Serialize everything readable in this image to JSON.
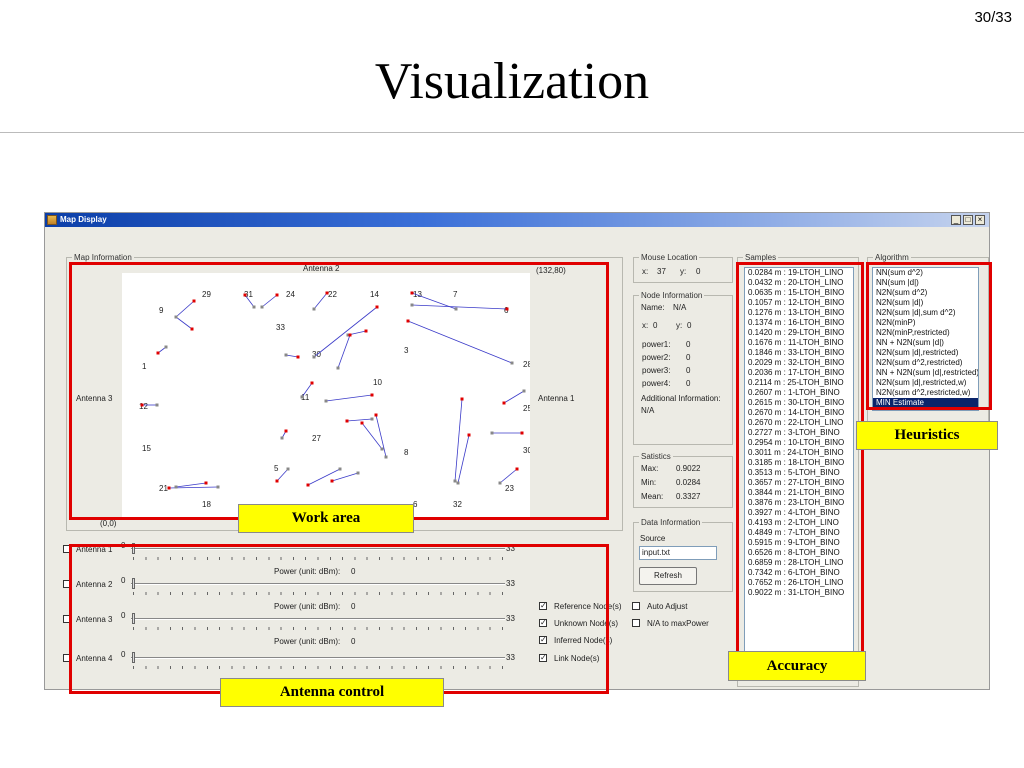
{
  "slide": {
    "number": "30/33",
    "title": "Visualization"
  },
  "window": {
    "title": "Map Display",
    "min": "_",
    "max": "□",
    "close": "×"
  },
  "map": {
    "group_label": "Map Information",
    "top_label": "Antenna 2",
    "corner_top_right": "(132,80)",
    "corner_bottom_left": "(0,0)",
    "left_label": "Antenna 3",
    "right_label": "Antenna 1",
    "node_labels": [
      {
        "t": "29"
      },
      {
        "t": "31"
      },
      {
        "t": "24"
      },
      {
        "t": "22"
      },
      {
        "t": "14"
      },
      {
        "t": "13"
      },
      {
        "t": "7"
      },
      {
        "t": "9"
      },
      {
        "t": "6"
      },
      {
        "t": "33"
      },
      {
        "t": "30"
      },
      {
        "t": "3"
      },
      {
        "t": "28"
      },
      {
        "t": "1"
      },
      {
        "t": "10"
      },
      {
        "t": "11"
      },
      {
        "t": "12"
      },
      {
        "t": "25"
      },
      {
        "t": "27"
      },
      {
        "t": "15"
      },
      {
        "t": "8"
      },
      {
        "t": "30"
      },
      {
        "t": "5"
      },
      {
        "t": "21"
      },
      {
        "t": "23"
      },
      {
        "t": "18"
      },
      {
        "t": "6"
      },
      {
        "t": "32"
      }
    ]
  },
  "mouse": {
    "label": "Mouse Location",
    "x_label": "x:",
    "x": "37",
    "y_label": "y:",
    "y": "0"
  },
  "node_info": {
    "label": "Node Information",
    "name_label": "Name:",
    "name": "N/A",
    "x_label": "x:",
    "x": "0",
    "y_label": "y:",
    "y": "0",
    "powers": [
      {
        "label": "power1:",
        "value": "0"
      },
      {
        "label": "power2:",
        "value": "0"
      },
      {
        "label": "power3:",
        "value": "0"
      },
      {
        "label": "power4:",
        "value": "0"
      }
    ],
    "additional_label": "Additional Information:",
    "additional": "N/A"
  },
  "stats": {
    "label": "Satistics",
    "rows": [
      {
        "label": "Max:",
        "value": "0.9022"
      },
      {
        "label": "Min:",
        "value": "0.0284"
      },
      {
        "label": "Mean:",
        "value": "0.3327"
      }
    ]
  },
  "data_info": {
    "label": "Data Information",
    "source_label": "Source",
    "source_value": "input.txt",
    "refresh_label": "Refresh"
  },
  "samples": {
    "label": "Samples",
    "items": [
      "0.0284 m : 19-LTOH_LINO",
      "0.0432 m : 20-LTOH_LINO",
      "0.0635 m : 15-LTOH_BINO",
      "0.1057 m : 12-LTOH_BINO",
      "0.1276 m : 13-LTOH_BINO",
      "0.1374 m : 16-LTOH_BINO",
      "0.1420 m : 29-LTOH_BINO",
      "0.1676 m : 11-LTOH_BINO",
      "0.1846 m : 33-LTOH_BINO",
      "0.2029 m : 32-LTOH_BINO",
      "0.2036 m : 17-LTOH_BINO",
      "0.2114 m : 25-LTOH_BINO",
      "0.2607 m : 1-LTOH_BINO",
      "0.2615 m : 30-LTOH_BINO",
      "0.2670 m : 14-LTOH_BINO",
      "0.2670 m : 22-LTOH_LINO",
      "0.2727 m : 3-LTOH_BINO",
      "0.2954 m : 10-LTOH_BINO",
      "0.3011 m : 24-LTOH_BINO",
      "0.3185 m : 18-LTOH_BINO",
      "0.3513 m : 5-LTOH_BINO",
      "0.3657 m : 27-LTOH_BINO",
      "0.3844 m : 21-LTOH_BINO",
      "0.3876 m : 23-LTOH_BINO",
      "0.3927 m : 4-LTOH_BINO",
      "0.4193 m : 2-LTOH_LINO",
      "0.4849 m : 7-LTOH_BINO",
      "0.5915 m : 9-LTOH_BINO",
      "0.6526 m : 8-LTOH_BINO",
      "0.6859 m : 28-LTOH_LINO",
      "0.7342 m : 6-LTOH_BINO",
      "0.7652 m : 26-LTOH_LINO",
      "0.9022 m : 31-LTOH_BINO"
    ]
  },
  "algorithm": {
    "label": "Algorithm",
    "items": [
      {
        "t": "NN(sum d^2)",
        "sel": false
      },
      {
        "t": "NN(sum |d|)",
        "sel": false
      },
      {
        "t": "N2N(sum d^2)",
        "sel": false
      },
      {
        "t": "N2N(sum |d|)",
        "sel": false
      },
      {
        "t": "N2N(sum |d|,sum d^2)",
        "sel": false
      },
      {
        "t": "N2N(minP)",
        "sel": false
      },
      {
        "t": "N2N(minP,restricted)",
        "sel": false
      },
      {
        "t": "NN + N2N(sum |d|)",
        "sel": false
      },
      {
        "t": "N2N(sum |d|,restricted)",
        "sel": false
      },
      {
        "t": "N2N(sum d^2,restricted)",
        "sel": false
      },
      {
        "t": "NN + N2N(sum |d|,restricted)",
        "sel": false
      },
      {
        "t": "N2N(sum |d|,restricted,w)",
        "sel": false
      },
      {
        "t": "N2N(sum d^2,restricted,w)",
        "sel": false
      },
      {
        "t": "MIN Estimate",
        "sel": true
      }
    ]
  },
  "antennas": [
    {
      "label": "Antenna 1",
      "min": "0",
      "max": "33",
      "power_label": "Power (unit: dBm):",
      "power": "0"
    },
    {
      "label": "Antenna 2",
      "min": "0",
      "max": "33",
      "power_label": "Power (unit: dBm):",
      "power": "0"
    },
    {
      "label": "Antenna 3",
      "min": "0",
      "max": "33",
      "power_label": "Power (unit: dBm):",
      "power": "0"
    },
    {
      "label": "Antenna 4",
      "min": "0",
      "max": "33"
    }
  ],
  "options": [
    {
      "label": "Reference Node(s)",
      "checked": true
    },
    {
      "label": "Unknown Node(s)",
      "checked": true
    },
    {
      "label": "Inferred Node(s)",
      "checked": true
    },
    {
      "label": "Link Node(s)",
      "checked": true
    },
    {
      "label": "Auto Adjust",
      "checked": false
    },
    {
      "label": "N/A to maxPower",
      "checked": false
    }
  ],
  "callouts": {
    "work_area": "Work area",
    "heuristics": "Heuristics",
    "accuracy": "Accuracy",
    "antenna_control": "Antenna control"
  },
  "colors": {
    "highlight": "#e00000",
    "callout_bg": "#ffff00",
    "titlebar": "#0b3ea8",
    "selection": "#0a246a"
  }
}
